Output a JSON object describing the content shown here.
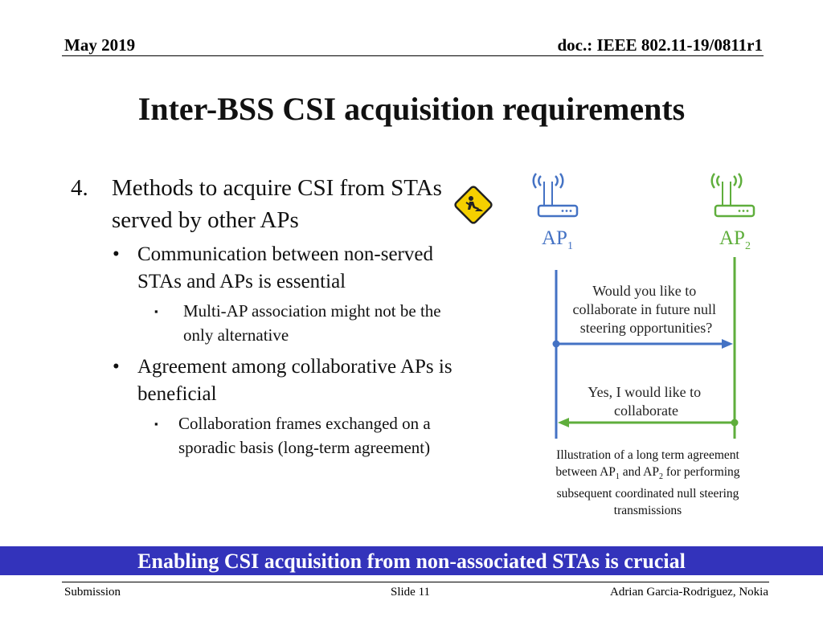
{
  "header": {
    "date": "May 2019",
    "doc_id": "doc.: IEEE 802.11-19/0811r1"
  },
  "title": "Inter-BSS CSI acquisition requirements",
  "content": {
    "item_number": "4.",
    "item_text": "Methods to acquire CSI from STAs served by other APs",
    "bullet_marker": "•",
    "square_marker": "▪",
    "bullets": [
      {
        "text": "Communication between non-served STAs and APs is essential",
        "sub": "Multi-AP association might not be the only alternative"
      },
      {
        "text": "Agreement among collaborative APs is beneficial",
        "sub": "Collaboration frames exchanged on a sporadic basis (long-term agreement)"
      }
    ]
  },
  "diagram": {
    "ap1_label": "AP",
    "ap1_sub": "1",
    "ap2_label": "AP",
    "ap2_sub": "2",
    "msg1": [
      "Would you like to",
      "collaborate in future null",
      "steering opportunities?"
    ],
    "msg2": [
      "Yes, I would like to",
      "collaborate"
    ],
    "colors": {
      "ap1": "#4472c4",
      "ap2": "#5fae3c",
      "sign": "#f5d000"
    },
    "caption": {
      "l1": "Illustration of a long term agreement",
      "l2_a": "between AP",
      "l2_s1": "1",
      "l2_b": " and AP",
      "l2_s2": "2",
      "l2_c": " for performing",
      "l3": "subsequent coordinated null steering",
      "l4": "transmissions"
    }
  },
  "banner": "Enabling CSI acquisition from non-associated STAs is crucial",
  "footer": {
    "left": "Submission",
    "center": "Slide 11",
    "right": "Adrian Garcia-Rodriguez, Nokia"
  }
}
